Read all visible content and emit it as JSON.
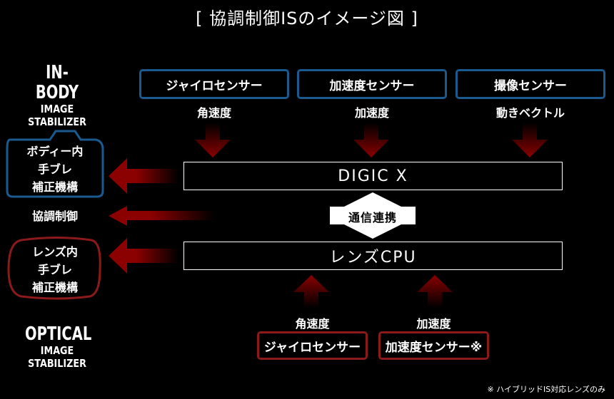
{
  "title": "[ 協調制御ISのイメージ図 ]",
  "logos": {
    "in_body": {
      "big": "IN-BODY",
      "line2": "IMAGE",
      "line3": "STABILIZER"
    },
    "optical": {
      "big": "OPTICAL",
      "line2": "IMAGE",
      "line3": "STABILIZER"
    }
  },
  "body_sensors": [
    {
      "label": "ジャイロセンサー",
      "output": "角速度"
    },
    {
      "label": "加速度センサー",
      "output": "加速度"
    },
    {
      "label": "撮像センサー",
      "output": "動きベクトル"
    }
  ],
  "processors": {
    "camera": "DIGIC X",
    "link": "通信連携",
    "lens": "レンズCPU"
  },
  "mechanisms": {
    "body": [
      "ボディー内",
      "手ブレ",
      "補正機構"
    ],
    "coop": "協調制御",
    "lens": [
      "レンズ内",
      "手ブレ",
      "補正機構"
    ]
  },
  "lens_sensors": [
    {
      "label": "ジャイロセンサー",
      "output": "角速度"
    },
    {
      "label": "加速度センサー※",
      "output": "加速度"
    }
  ],
  "footnote": "※ ハイブリッドIS対応レンズのみ",
  "colors": {
    "blue": "#1a5a8f",
    "red": "#8c1a1a",
    "arrow": "#8b0000"
  }
}
